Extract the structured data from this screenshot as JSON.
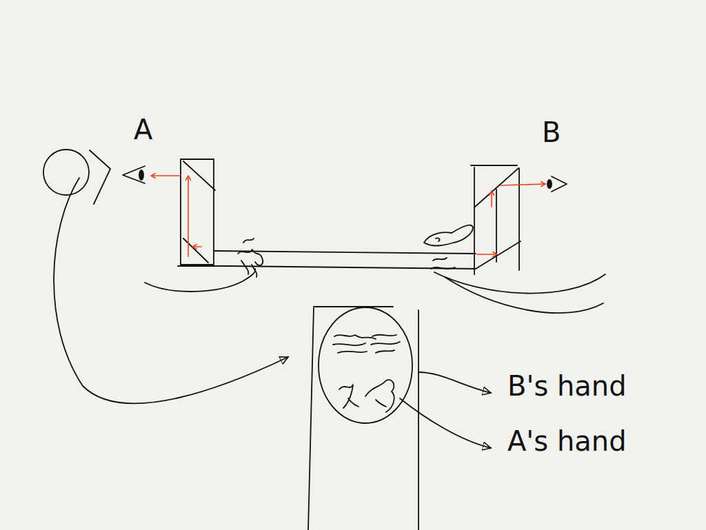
{
  "diagram": {
    "labels": [
      "A",
      "B",
      "B's hand",
      "A's hand"
    ]
  }
}
